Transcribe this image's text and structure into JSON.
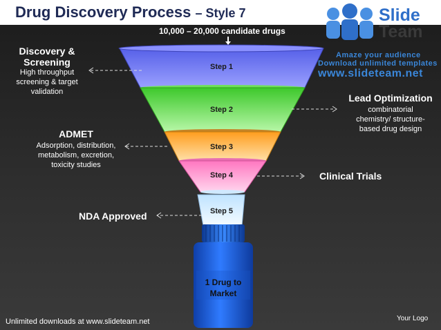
{
  "header": {
    "title": "Drug Discovery Process",
    "subtitle": "– Style 7"
  },
  "logo": {
    "word1": "Slide",
    "word2": "Team",
    "tagline1": "Amaze your audience",
    "tagline2": "Download unlimited templates",
    "url": "www.slideteam.net"
  },
  "funnel": {
    "top_label": "10,000 – 20,000 candidate drugs",
    "steps": [
      {
        "label": "Step 1",
        "color": "#6f78ff"
      },
      {
        "label": "Step 2",
        "color": "#5fe14a"
      },
      {
        "label": "Step 3",
        "color": "#ffb347"
      },
      {
        "label": "Step 4",
        "color": "#ff9fd0"
      },
      {
        "label": "Step 5",
        "color": "#dff0ff"
      }
    ],
    "bottle_label_line1": "1 Drug to",
    "bottle_label_line2": "Market",
    "bottle_color": "#1d5ed8"
  },
  "labels": {
    "discovery_title_line1": "Discovery &",
    "discovery_title_line2": "Screening",
    "discovery_desc_line1": "High throughput",
    "discovery_desc_line2": "screening & target",
    "discovery_desc_line3": "validation",
    "lead_title": "Lead Optimization",
    "lead_desc_line1": "combinatorial",
    "lead_desc_line2": "chemistry/ structure-",
    "lead_desc_line3": "based drug design",
    "admet_title": "ADMET",
    "admet_desc_line1": "Adsorption, distribution,",
    "admet_desc_line2": "metabolism, excretion,",
    "admet_desc_line3": "toxicity studies",
    "clinical_title": "Clinical Trials",
    "nda_title": "NDA Approved"
  },
  "footer": {
    "left": "Unlimited downloads at www.slideteam.net",
    "right": "Your Logo"
  }
}
